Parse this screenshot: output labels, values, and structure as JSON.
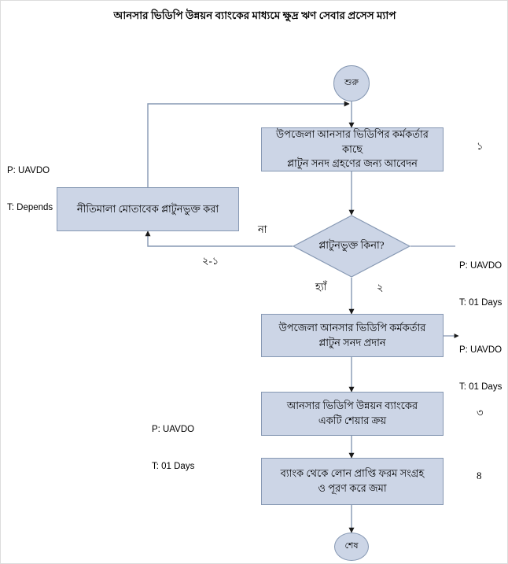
{
  "title": "আনসার ভিডিপি উন্নয়ন ব্যাংকের মাধ্যমে ক্ষুদ্র ঋণ সেবার প্রসেস ম্যাপ",
  "nodes": {
    "start": {
      "label": "শুরু"
    },
    "end": {
      "label": "শেষ"
    },
    "apply": {
      "line1": "উপজেলা আনসার ভিডিপির কর্মকর্তার কাছে",
      "line2": "প্লাটুন সনদ গ্রহণের জন্য আবেদন"
    },
    "enroll": {
      "line1": "নীতিমালা মোতাবেক প্লাটুনভুক্ত করা"
    },
    "decision": {
      "label": "প্লাটুনভুক্ত কিনা?"
    },
    "certificate": {
      "line1": "উপজেলা আনসার ভিডিপি কর্মকর্তার",
      "line2": "প্লাটুন সনদ প্রদান"
    },
    "share": {
      "line1": "আনসার ভিডিপি উন্নয়ন ব্যাংকের",
      "line2": "একটি শেয়ার ক্রয়"
    },
    "loanform": {
      "line1": "ব্যাংক থেকে লোন প্রাপ্তি ফরম সংগ্রহ",
      "line2": "ও পূরণ করে জমা"
    }
  },
  "annotations": {
    "apply_left": {
      "person": "P: UAVDO",
      "time": "T: Depends"
    },
    "decision_right": {
      "person": "P: UAVDO",
      "time": "T: 01 Days"
    },
    "certificate_right": {
      "person": "P: UAVDO",
      "time": "T: 01 Days"
    },
    "share_left": {
      "person": "P: UAVDO",
      "time": "T: 01 Days"
    }
  },
  "edge_labels": {
    "no": "না",
    "yes": "হ্যাঁ",
    "loop_back": "২-১"
  },
  "step_numbers": {
    "apply": "১",
    "certificate": "২",
    "share": "৩",
    "loanform": "8"
  },
  "colors": {
    "node_fill": "#ccd5e6",
    "node_border": "#8698b3",
    "connector": "#8698b3",
    "text": "#000000",
    "page_background": "#ffffff"
  }
}
